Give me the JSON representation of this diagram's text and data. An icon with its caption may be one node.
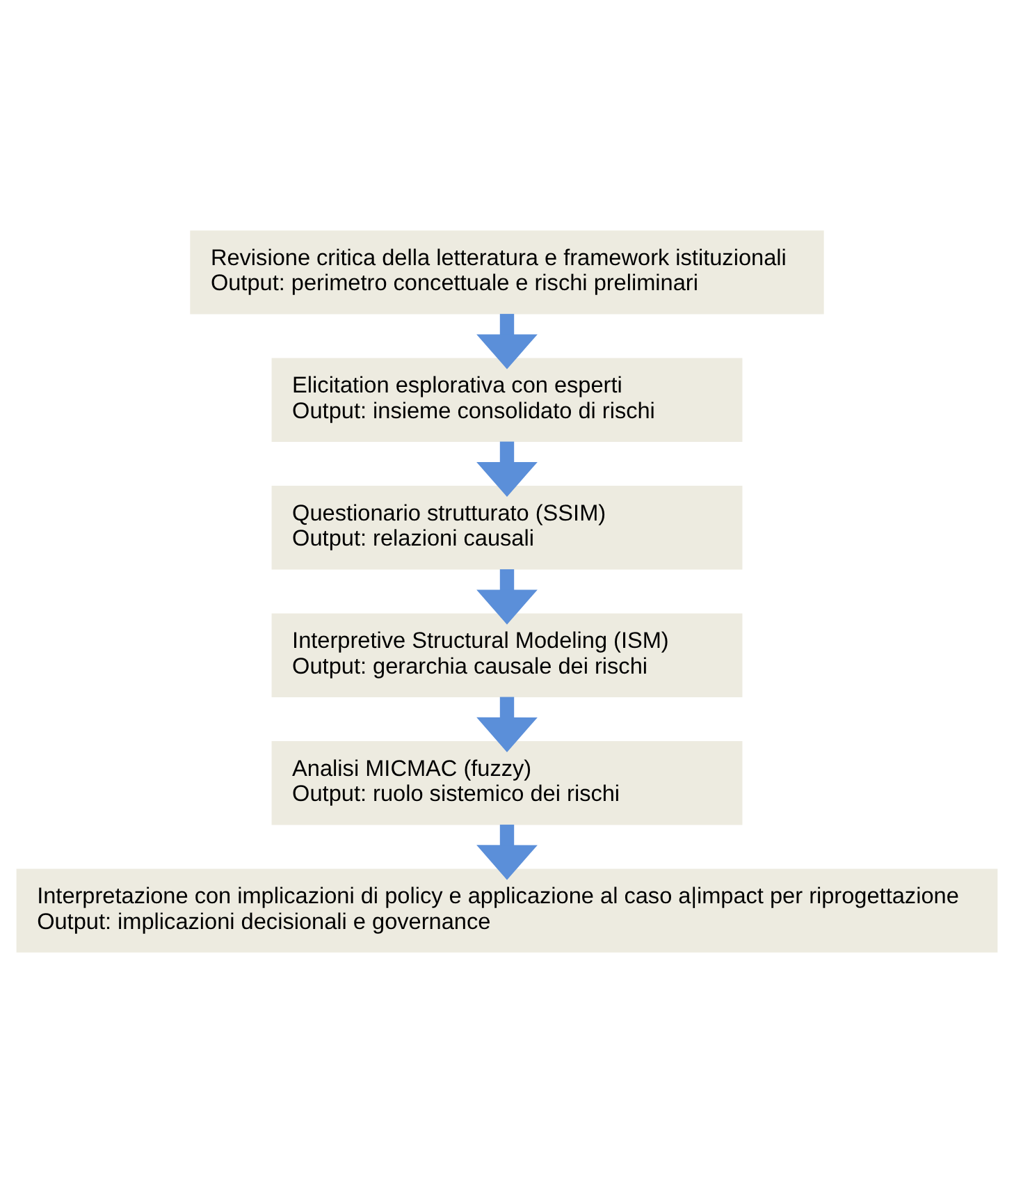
{
  "diagram": {
    "nodes": [
      {
        "text": [
          "Revisione critica della letteratura e framework istituzionali",
          "Output: perimetro concettuale e rischi preliminari"
        ]
      },
      {
        "text": [
          "Elicitation esplorativa con esperti",
          "Output: insieme consolidato di rischi"
        ]
      },
      {
        "text": [
          "Questionario strutturato (SSIM)",
          "Output: relazioni causali"
        ]
      },
      {
        "text": [
          "Interpretive Structural Modeling (ISM)",
          "Output: gerarchia causale dei rischi"
        ]
      },
      {
        "text": [
          "Analisi MICMAC (fuzzy)",
          "Output: ruolo sistemico dei rischi"
        ]
      },
      {
        "text": [
          "Interpretazione con implicazioni di policy e applicazione al caso a|impact per riprogettazione",
          "Output: implicazioni decisionali e governance"
        ]
      }
    ],
    "edges": [
      {
        "from": 0,
        "to": 1,
        "arrow": "to"
      },
      {
        "from": 1,
        "to": 2,
        "arrow": "to"
      },
      {
        "from": 2,
        "to": 3,
        "arrow": "to"
      },
      {
        "from": 3,
        "to": 4,
        "arrow": "to"
      },
      {
        "from": 4,
        "to": 5,
        "arrow": "to"
      }
    ]
  }
}
